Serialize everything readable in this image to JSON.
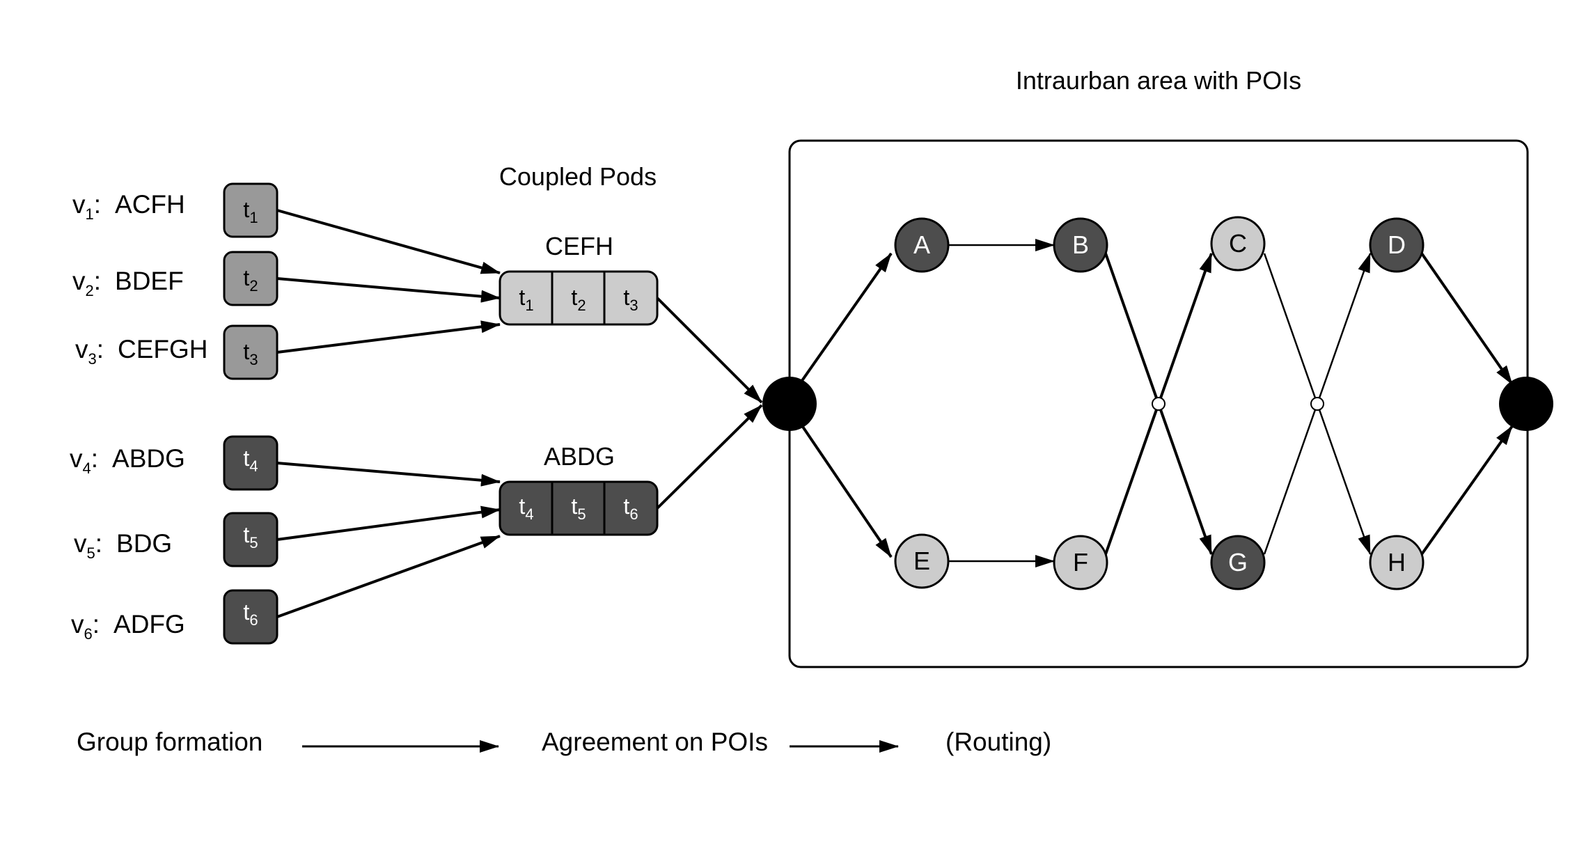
{
  "area_title": "Intraurban area with POIs",
  "pods_title": "Coupled Pods",
  "vehicles": [
    {
      "id": "v",
      "sub": "1",
      "pois": "ACFH",
      "token": "t",
      "token_sub": "1"
    },
    {
      "id": "v",
      "sub": "2",
      "pois": "BDEF",
      "token": "t",
      "token_sub": "2"
    },
    {
      "id": "v",
      "sub": "3",
      "pois": "CEFGH",
      "token": "t",
      "token_sub": "3"
    },
    {
      "id": "v",
      "sub": "4",
      "pois": "ABDG",
      "token": "t",
      "token_sub": "4"
    },
    {
      "id": "v",
      "sub": "5",
      "pois": "BDG",
      "token": "t",
      "token_sub": "5"
    },
    {
      "id": "v",
      "sub": "6",
      "pois": "ADFG",
      "token": "t",
      "token_sub": "6"
    }
  ],
  "pods": [
    {
      "label": "CEFH",
      "cells": [
        {
          "t": "t",
          "sub": "1"
        },
        {
          "t": "t",
          "sub": "2"
        },
        {
          "t": "t",
          "sub": "3"
        }
      ]
    },
    {
      "label": "ABDG",
      "cells": [
        {
          "t": "t",
          "sub": "4"
        },
        {
          "t": "t",
          "sub": "5"
        },
        {
          "t": "t",
          "sub": "6"
        }
      ]
    }
  ],
  "pois": {
    "A": "A",
    "B": "B",
    "C": "C",
    "D": "D",
    "E": "E",
    "F": "F",
    "G": "G",
    "H": "H"
  },
  "stages": {
    "group_formation": "Group formation",
    "agreement": "Agreement on POIs",
    "routing": "(Routing)"
  },
  "colors": {
    "light_token": "#999999",
    "dark_token": "#4d4d4d",
    "light_pod": "#cccccc",
    "dark_node": "#4d4d4d",
    "light_node": "#cccccc",
    "hub": "#000000"
  }
}
